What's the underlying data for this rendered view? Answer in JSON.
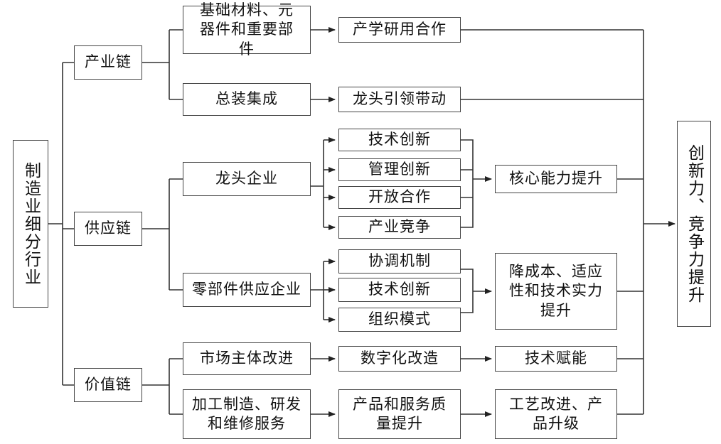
{
  "root": "制造业细分行业",
  "result": "创新力、竞争力提升",
  "chains": {
    "industry": {
      "label": "产业链",
      "a": "基础材料、元器件和重要部件",
      "a_next": "产学研用合作",
      "b": "总装集成",
      "b_next": "龙头引领带动"
    },
    "supply": {
      "label": "供应链",
      "leader": "龙头企业",
      "leader_items": [
        "技术创新",
        "管理创新",
        "开放合作",
        "产业竞争"
      ],
      "leader_result": "核心能力提升",
      "parts": "零部件供应企业",
      "parts_items": [
        "协调机制",
        "技术创新",
        "组织模式"
      ],
      "parts_result": "降成本、适应性和技术实力提升"
    },
    "value": {
      "label": "价值链",
      "a": "市场主体改进",
      "a_next": "数字化改造",
      "a_result": "技术赋能",
      "b": "加工制造、研发和维修服务",
      "b_next": "产品和服务质量提升",
      "b_result": "工艺改进、产品升级"
    }
  }
}
